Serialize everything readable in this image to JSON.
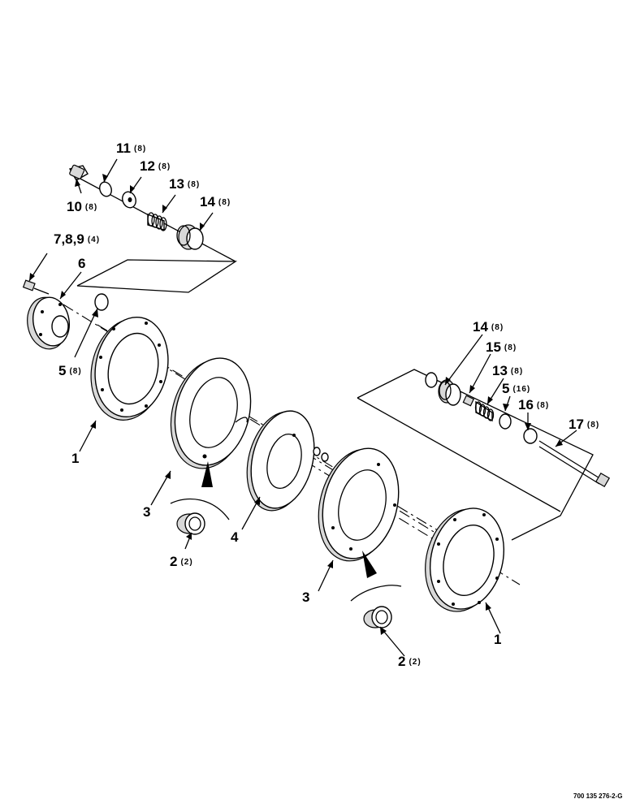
{
  "callouts": {
    "c1a": {
      "num": "1",
      "qty": ""
    },
    "c1b": {
      "num": "1",
      "qty": ""
    },
    "c2a": {
      "num": "2",
      "qty": "(2)"
    },
    "c2b": {
      "num": "2",
      "qty": "(2)"
    },
    "c3a": {
      "num": "3",
      "qty": ""
    },
    "c3b": {
      "num": "3",
      "qty": ""
    },
    "c4": {
      "num": "4",
      "qty": ""
    },
    "c5a": {
      "num": "5",
      "qty": "(8)"
    },
    "c5b": {
      "num": "5",
      "qty": "(16)"
    },
    "c6": {
      "num": "6",
      "qty": ""
    },
    "c789": {
      "num": "7,8,9",
      "qty": "(4)"
    },
    "c10": {
      "num": "10",
      "qty": "(8)"
    },
    "c11": {
      "num": "11",
      "qty": "(8)"
    },
    "c12": {
      "num": "12",
      "qty": "(8)"
    },
    "c13a": {
      "num": "13",
      "qty": "(8)"
    },
    "c13b": {
      "num": "13",
      "qty": "(8)"
    },
    "c14a": {
      "num": "14",
      "qty": "(8)"
    },
    "c14b": {
      "num": "14",
      "qty": "(8)"
    },
    "c15": {
      "num": "15",
      "qty": "(8)"
    },
    "c16": {
      "num": "16",
      "qty": "(8)"
    },
    "c17": {
      "num": "17",
      "qty": "(8)"
    }
  },
  "drawing_ref": "700 135 276-2-G"
}
